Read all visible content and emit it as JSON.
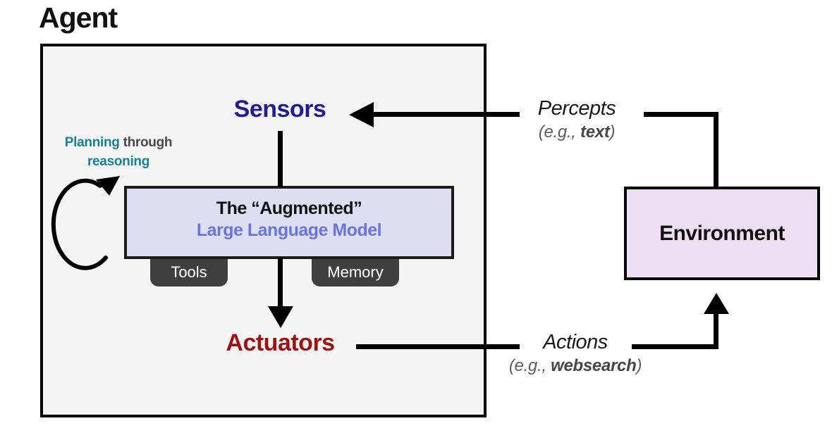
{
  "agent": {
    "title": "Agent",
    "sensors_label": "Sensors",
    "actuators_label": "Actuators",
    "planning": {
      "word1": "Planning",
      "word2": "through",
      "word3": "reasoning"
    },
    "llm": {
      "line1": "The “Augmented”",
      "line2": "Large Language Model"
    },
    "tabs": [
      {
        "label": "Tools"
      },
      {
        "label": "Memory"
      }
    ]
  },
  "environment": {
    "label": "Environment"
  },
  "flows": {
    "percepts": {
      "label": "Percepts",
      "example_prefix": "(e.g., ",
      "example_keyword": "text",
      "example_suffix": ")"
    },
    "actions": {
      "label": "Actions",
      "example_prefix": "(e.g., ",
      "example_keyword": "websearch",
      "example_suffix": ")"
    }
  },
  "colors": {
    "sensors_text": "#211c8f",
    "actuators_text": "#9a1414",
    "planning_highlight": "#1b8191",
    "planning_secondary": "#4a4a4a",
    "llm_title_accent": "#6b74d8",
    "llm_box_fill": "#dcdef2",
    "environment_box_fill": "#eedef2",
    "agent_box_fill": "#f4f4f4",
    "tab_fill": "#3f3f3f",
    "connector": "#000000"
  }
}
